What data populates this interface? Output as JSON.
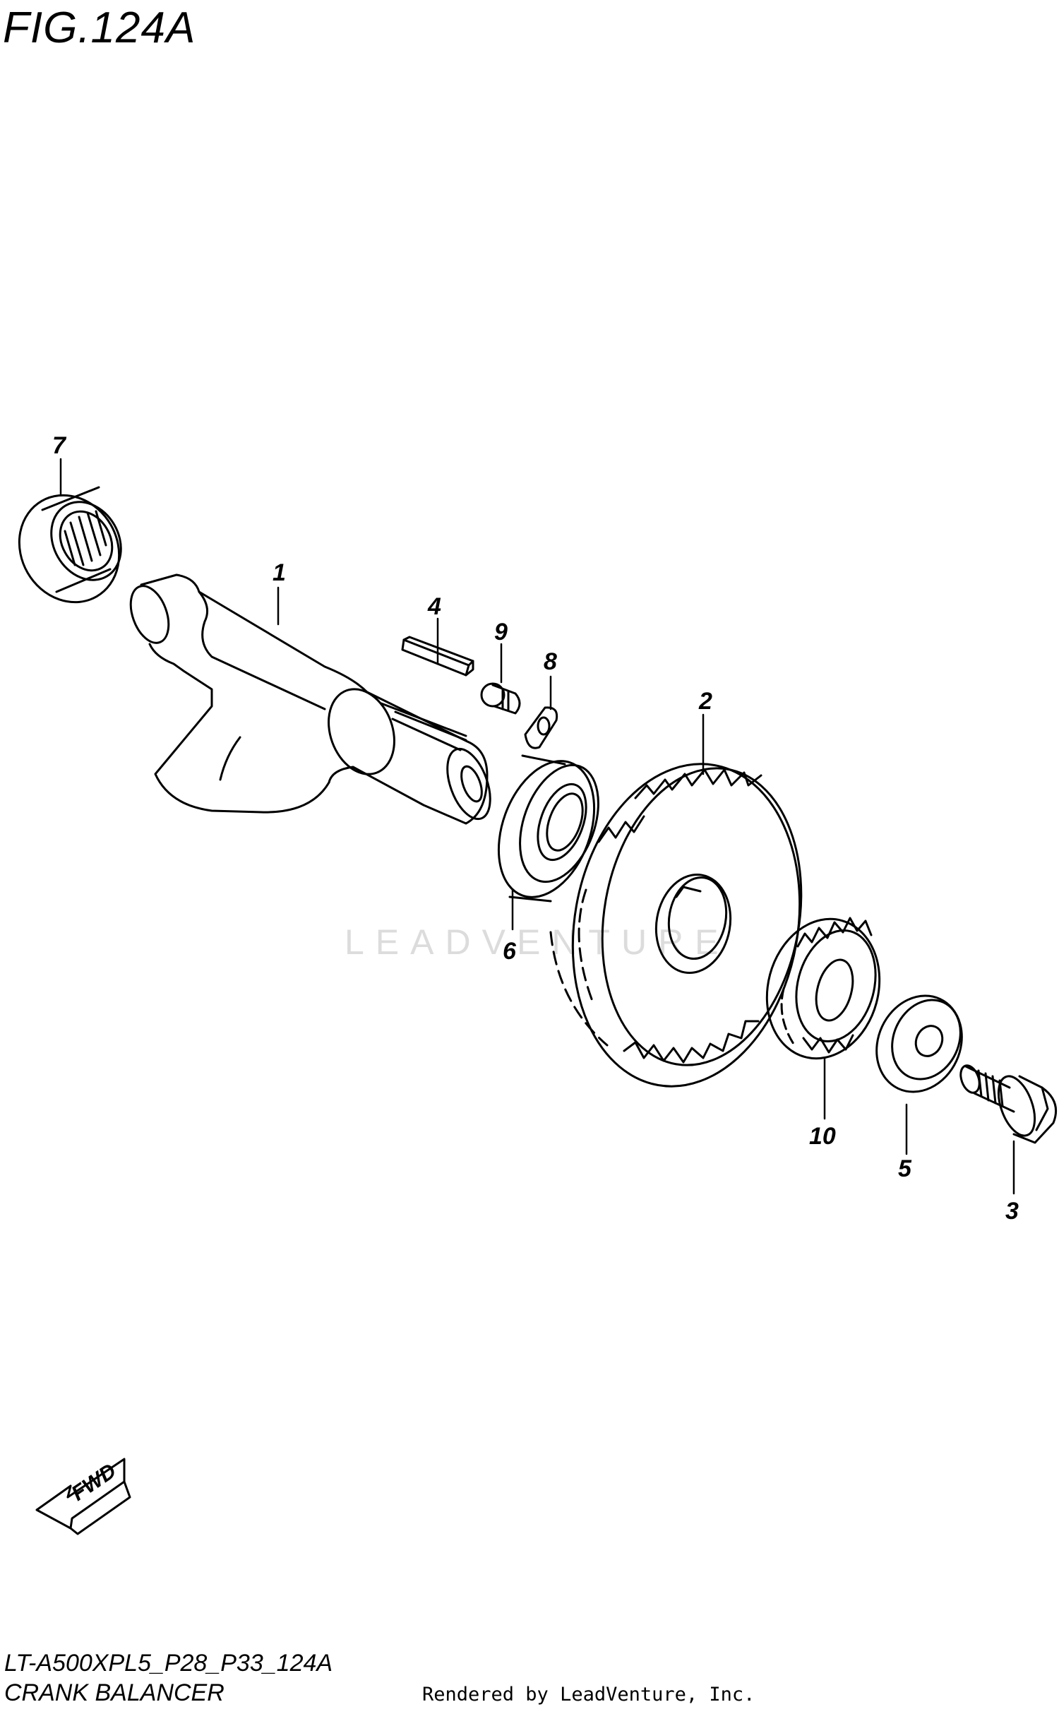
{
  "figure": {
    "title": "FIG.124A",
    "model_code": "LT-A500XPL5_P28_P33_124A",
    "caption": "CRANK BALANCER"
  },
  "footer": {
    "rendered_by": "Rendered by LeadVenture, Inc."
  },
  "watermark": "LEADVENTURE",
  "direction_marker": {
    "label": "FWD"
  },
  "callouts": [
    {
      "number": "1",
      "part": "balancer-shaft"
    },
    {
      "number": "2",
      "part": "driven-gear"
    },
    {
      "number": "3",
      "part": "bolt"
    },
    {
      "number": "4",
      "part": "key"
    },
    {
      "number": "5",
      "part": "washer"
    },
    {
      "number": "6",
      "part": "ball-bearing"
    },
    {
      "number": "7",
      "part": "needle-bearing"
    },
    {
      "number": "8",
      "part": "lock-washer"
    },
    {
      "number": "9",
      "part": "screw"
    },
    {
      "number": "10",
      "part": "small-gear"
    }
  ]
}
